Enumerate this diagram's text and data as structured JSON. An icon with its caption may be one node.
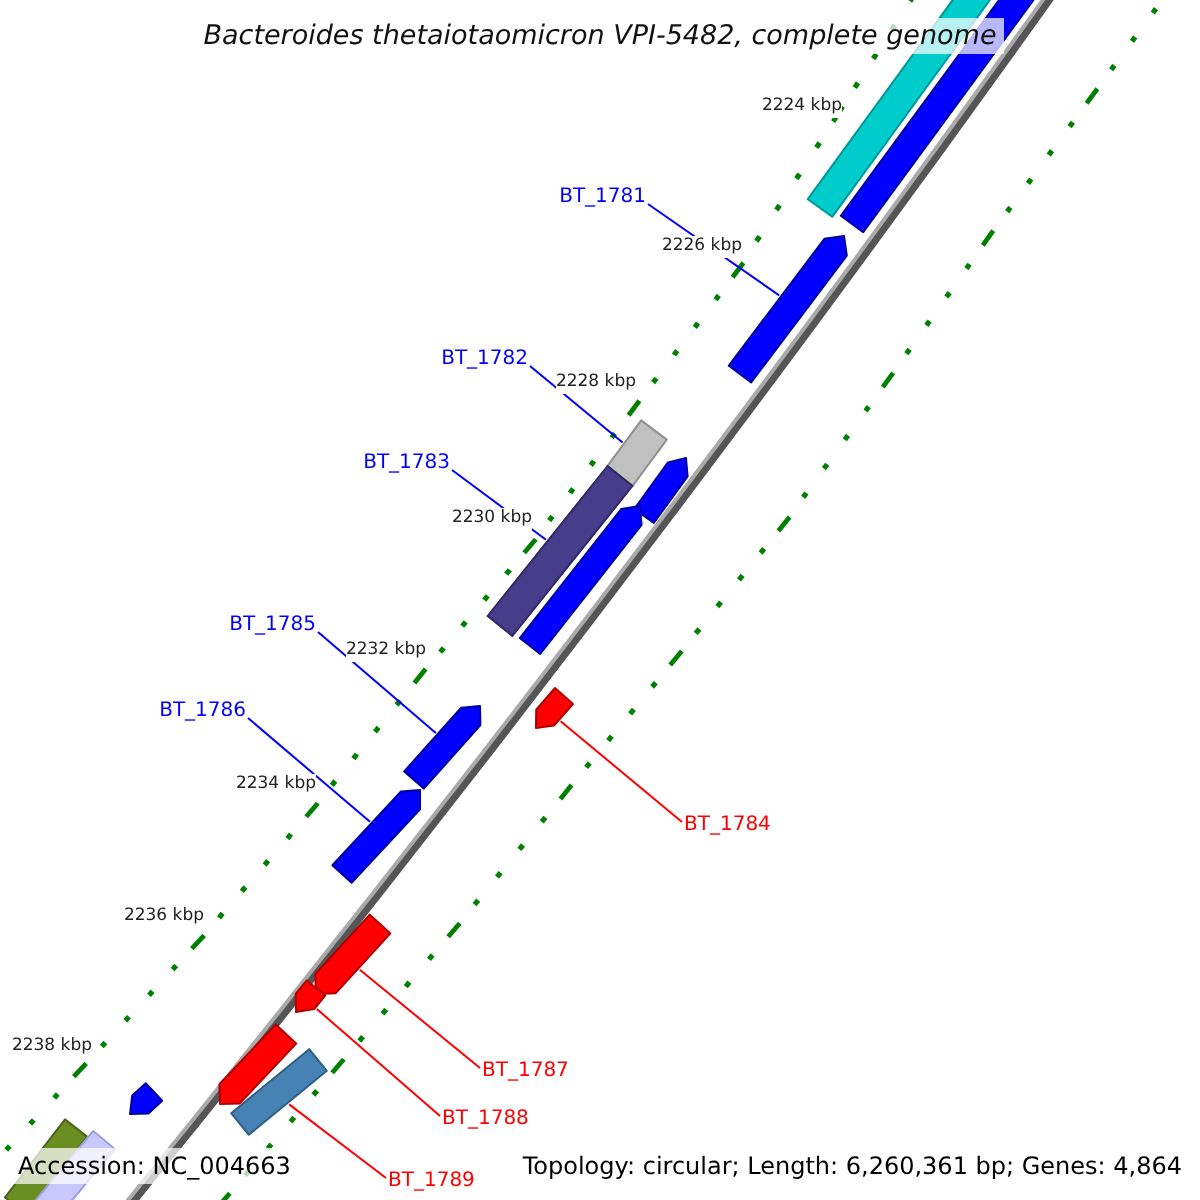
{
  "diagram": {
    "title": "Bacteroides thetaiotaomicron VPI-5482, complete genome",
    "nodes": [
      {
        "text": [
          "BT_1781"
        ]
      },
      {
        "text": [
          "BT_1782"
        ]
      },
      {
        "text": [
          "BT_1783"
        ]
      },
      {
        "text": [
          "BT_1785"
        ]
      },
      {
        "text": [
          "BT_1786"
        ]
      },
      {
        "text": [
          "BT_1784"
        ]
      },
      {
        "text": [
          "BT_1787"
        ]
      },
      {
        "text": [
          "BT_1788"
        ]
      },
      {
        "text": [
          "BT_1789"
        ]
      },
      {
        "text": [],
        "shape": "bar"
      },
      {
        "text": [],
        "shape": "bar"
      },
      {
        "text": [],
        "shape": "bar"
      },
      {
        "text": [],
        "shape": "bar"
      },
      {
        "text": [],
        "shape": "bar"
      },
      {
        "text": [],
        "shape": "bar"
      },
      {
        "text": [],
        "shape": "bar"
      },
      {
        "text": [],
        "shape": "bar"
      },
      {
        "text": [],
        "shape": "bar"
      },
      {
        "text": [],
        "shape": "bar"
      },
      {
        "text": [],
        "shape": "bar"
      },
      {
        "text": [],
        "shape": "bar"
      },
      {
        "text": [],
        "shape": "bar"
      },
      {
        "text": [],
        "shape": "bar"
      },
      {
        "text": [],
        "shape": "bar"
      },
      {
        "text": [],
        "shape": "bar"
      },
      {
        "text": [],
        "shape": "bar"
      }
    ],
    "edges": [
      {
        "from": 0,
        "to": 9,
        "arrow": "none"
      },
      {
        "from": 1,
        "to": 10,
        "arrow": "none"
      },
      {
        "from": 2,
        "to": 11,
        "arrow": "none"
      },
      {
        "from": 3,
        "to": 12,
        "arrow": "none"
      },
      {
        "from": 4,
        "to": 13,
        "arrow": "none"
      },
      {
        "from": 5,
        "to": 14,
        "arrow": "none",
        "color": "#ff0000"
      },
      {
        "from": 6,
        "to": 15,
        "arrow": "none",
        "color": "#ff0000"
      },
      {
        "from": 7,
        "to": 16,
        "arrow": "none",
        "color": "#ff0000"
      },
      {
        "from": 8,
        "to": 17,
        "arrow": "none",
        "color": "#ff0000"
      }
    ],
    "labels": [
      "2224 kbp",
      "2226 kbp",
      "2228 kbp",
      "2230 kbp",
      "2232 kbp",
      "2234 kbp",
      "2236 kbp",
      "2238 kbp",
      "Accession: NC_004663",
      "Topology: circular; Length: 6,260,361 bp; Genes: 4,864"
    ]
  }
}
